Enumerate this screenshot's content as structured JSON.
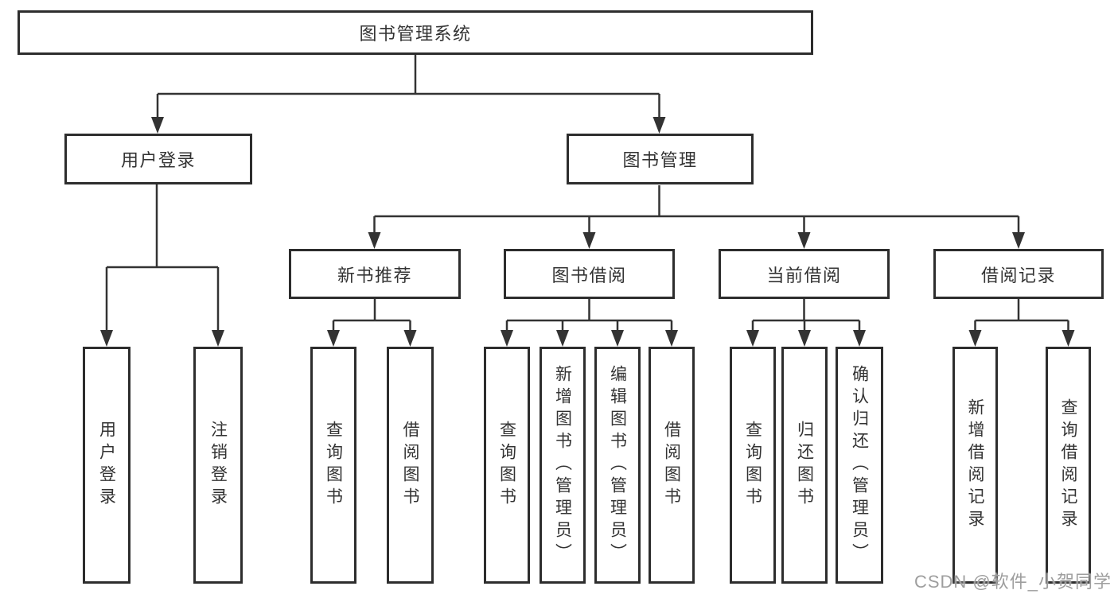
{
  "tree": {
    "label": "图书管理系统",
    "children": [
      {
        "label": "用户登录",
        "children": [
          {
            "label": "用户登录"
          },
          {
            "label": "注销登录"
          }
        ]
      },
      {
        "label": "图书管理",
        "children": [
          {
            "label": "新书推荐",
            "children": [
              {
                "label": "查询图书"
              },
              {
                "label": "借阅图书"
              }
            ]
          },
          {
            "label": "图书借阅",
            "children": [
              {
                "label": "查询图书"
              },
              {
                "label": "新增图书（管理员）"
              },
              {
                "label": "编辑图书（管理员）"
              },
              {
                "label": "借阅图书"
              }
            ]
          },
          {
            "label": "当前借阅",
            "children": [
              {
                "label": "查询图书"
              },
              {
                "label": "归还图书"
              },
              {
                "label": "确认归还（管理员）"
              }
            ]
          },
          {
            "label": "借阅记录",
            "children": [
              {
                "label": "新增借阅记录"
              },
              {
                "label": "查询借阅记录"
              }
            ]
          }
        ]
      }
    ]
  },
  "watermark": "CSDN @软件_小贺同学",
  "colors": {
    "line": "#333333",
    "box_border": "#2d2d2d",
    "text": "#333333",
    "watermark_text": "#9e9e9e",
    "background": "#ffffff"
  }
}
